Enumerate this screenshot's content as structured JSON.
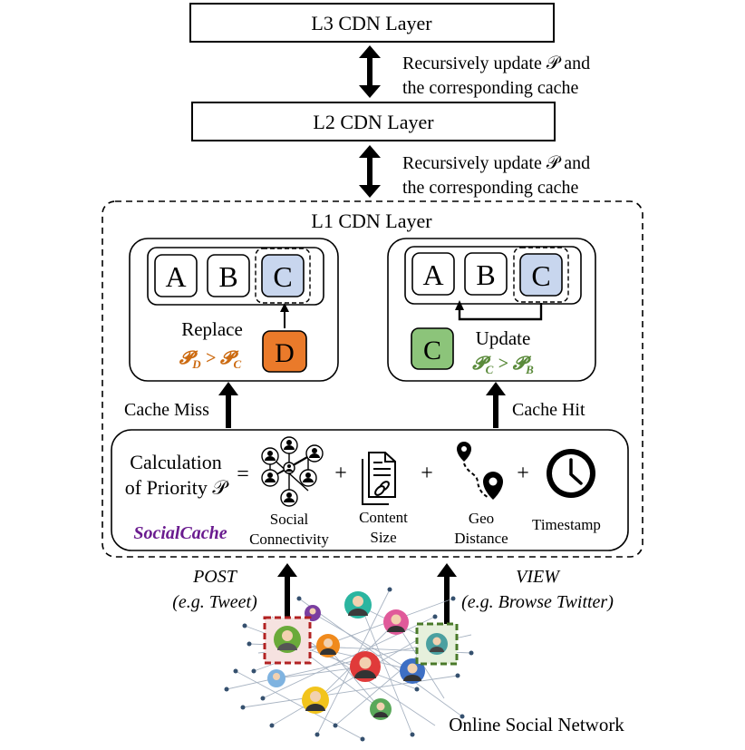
{
  "layers": {
    "l3": "L3 CDN Layer",
    "l2": "L2 CDN Layer",
    "l1": "L1 CDN Layer"
  },
  "update_note": {
    "line1": "Recursively update 𝒫 and",
    "line2": "the corresponding cache"
  },
  "left_panel": {
    "slots": [
      "A",
      "B",
      "C"
    ],
    "action": "Replace",
    "incoming": "D",
    "formula": "𝓟D > 𝓟C",
    "formula_color": "#cc6a10"
  },
  "right_panel": {
    "slots": [
      "A",
      "B",
      "C"
    ],
    "action": "Update",
    "incoming": "C",
    "formula": "𝓟C > 𝓟B",
    "formula_color": "#5a8a3a"
  },
  "cache_miss": "Cache Miss",
  "cache_hit": "Cache Hit",
  "priority": {
    "label_line1": "Calculation",
    "label_line2": "of Priority 𝒫",
    "equals": "=",
    "plus": "+",
    "brand": "SocialCache",
    "brand_color": "#6a1b8f",
    "factors": [
      {
        "icon": "social-network-icon",
        "line1": "Social",
        "line2": "Connectivity"
      },
      {
        "icon": "document-icon",
        "line1": "Content",
        "line2": "Size"
      },
      {
        "icon": "map-pin-route-icon",
        "line1": "Geo",
        "line2": "Distance"
      },
      {
        "icon": "clock-icon",
        "line1": "Timestamp",
        "line2": ""
      }
    ]
  },
  "post": {
    "line1": "POST",
    "line2": "(e.g. Tweet)",
    "color": "#b22222"
  },
  "view": {
    "line1": "VIEW",
    "line2": "(e.g. Browse Twitter)",
    "color": "#4a7a2a"
  },
  "network_label": "Online Social Network",
  "colors": {
    "slot_c": "#c8d6ee",
    "d_fill": "#ea7a2a",
    "c_green": "#8cc47a"
  }
}
